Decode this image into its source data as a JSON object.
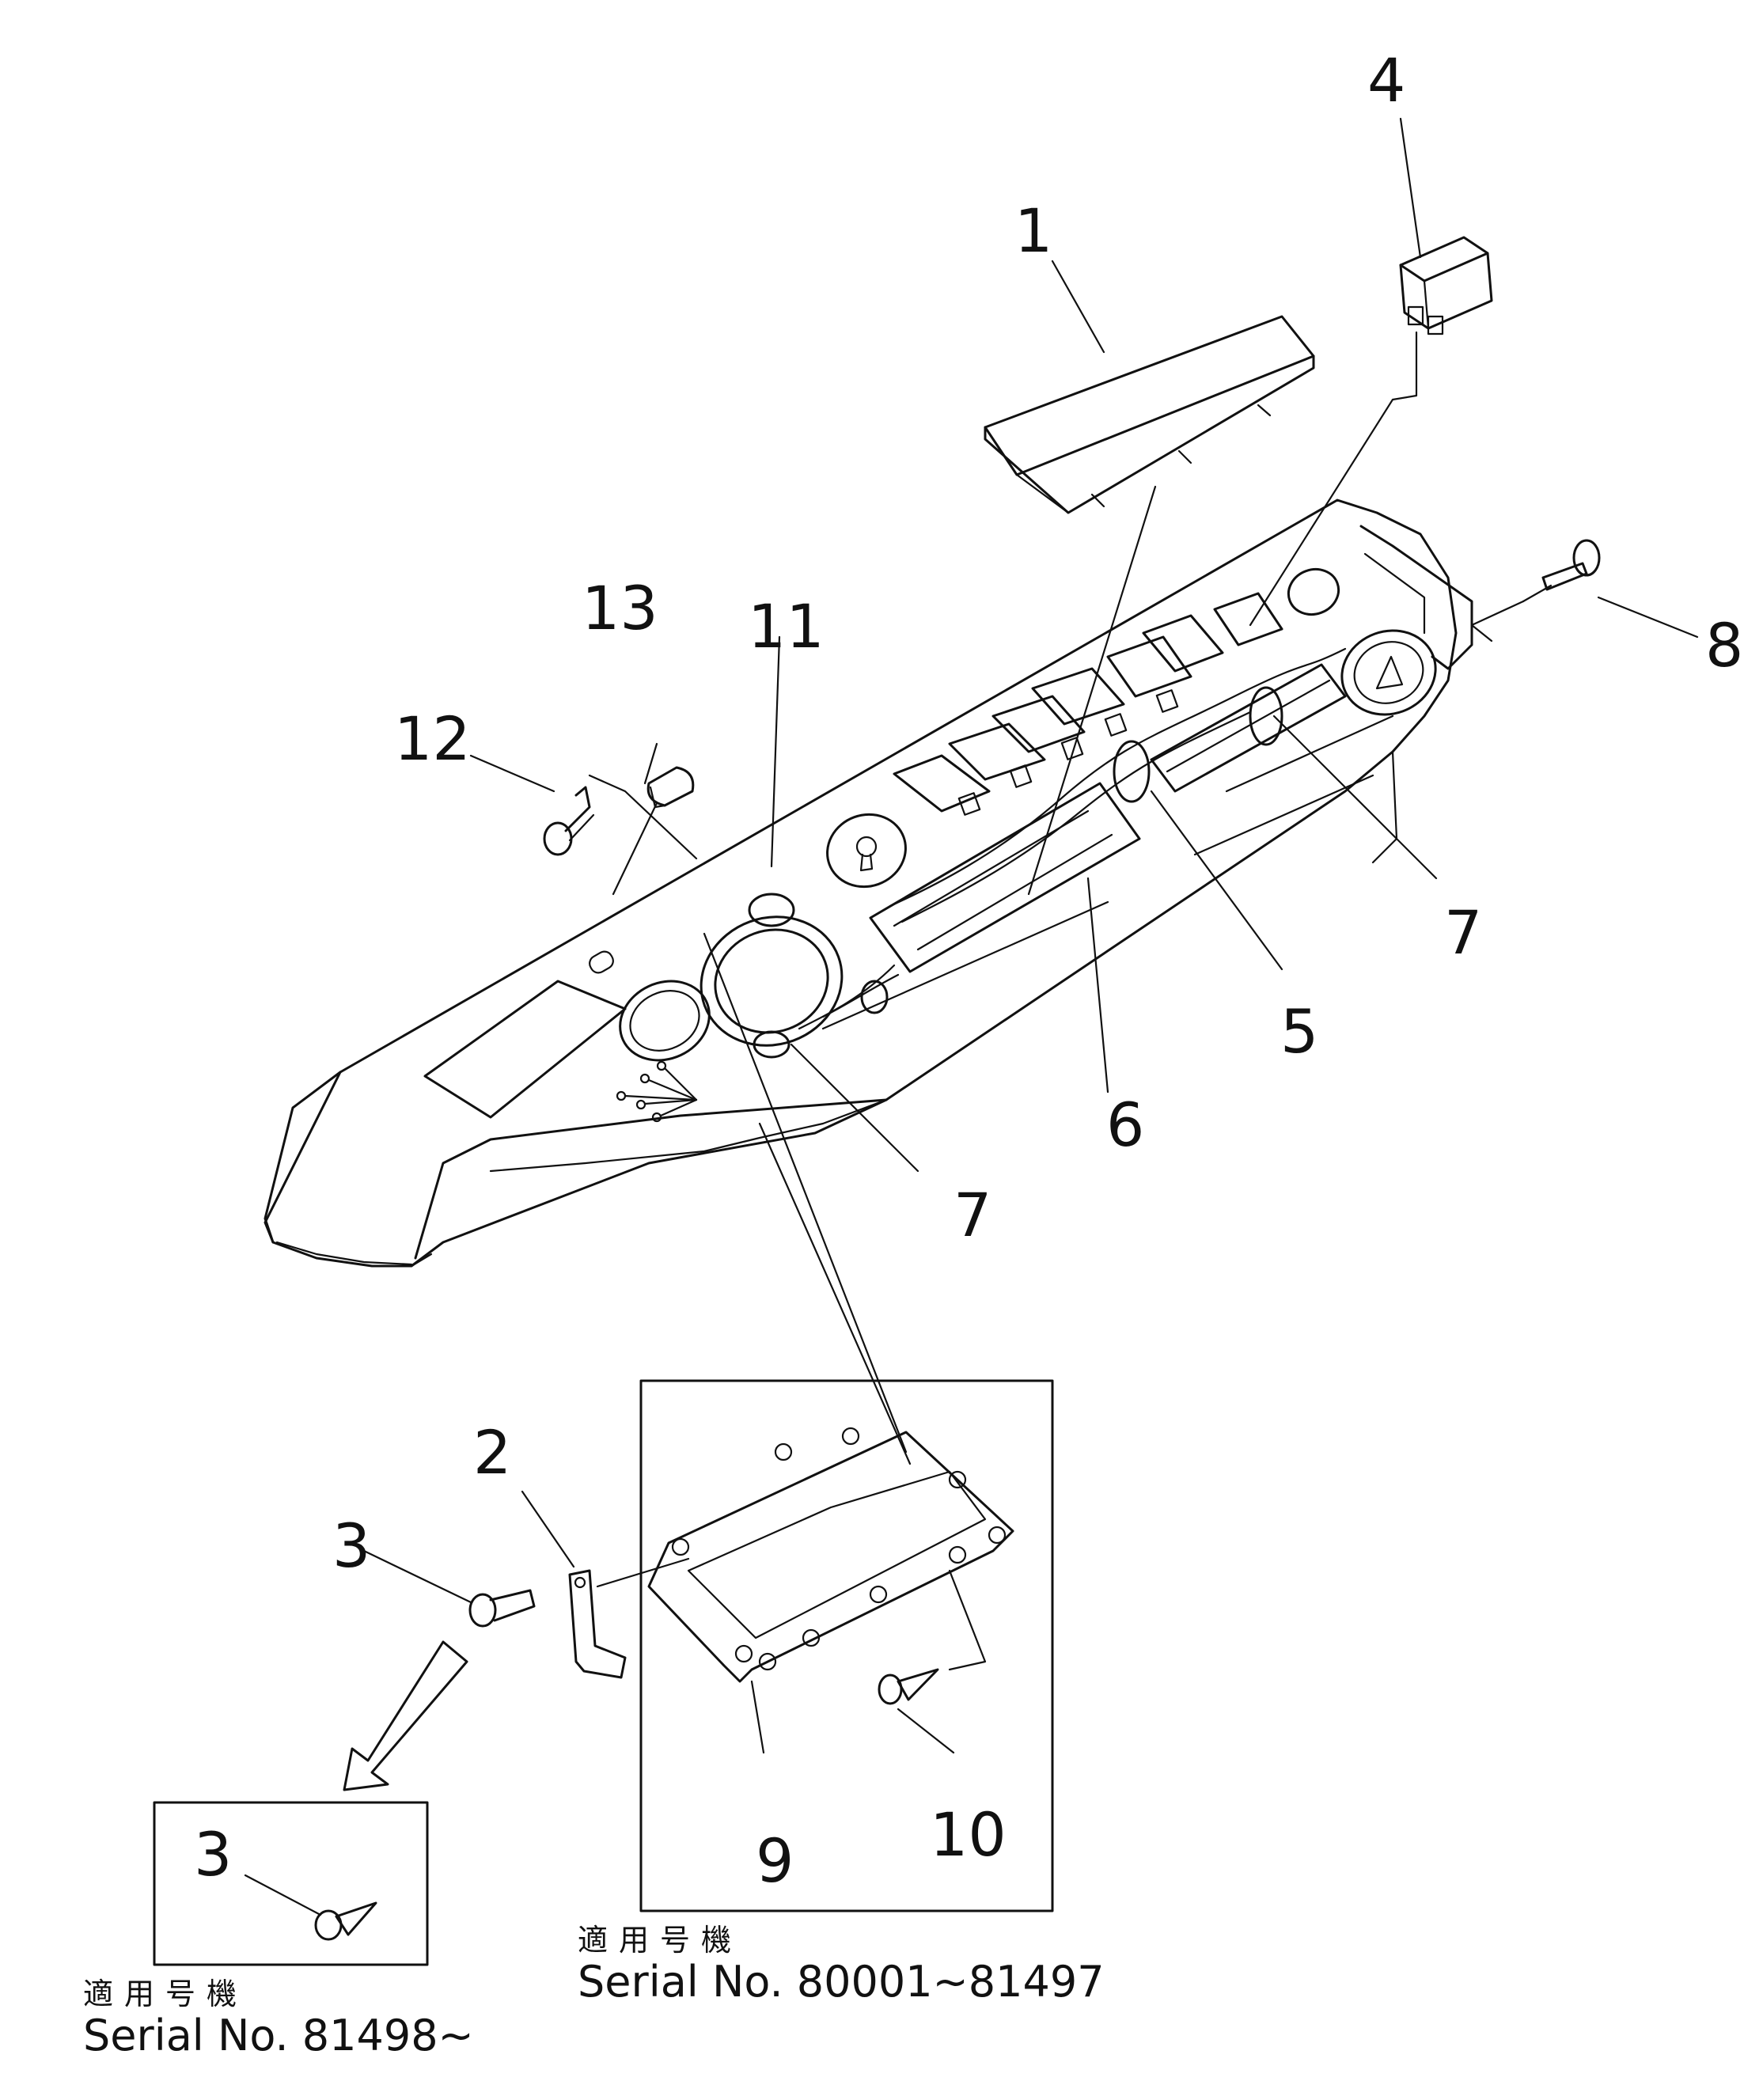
{
  "callouts": {
    "c1": "1",
    "c2": "2",
    "c3": "3",
    "c3b": "3",
    "c4": "4",
    "c5": "5",
    "c6": "6",
    "c7a": "7",
    "c7b": "7",
    "c8": "8",
    "c9": "9",
    "c10": "10",
    "c11": "11",
    "c12": "12",
    "c13": "13"
  },
  "notes": {
    "left": {
      "applicable_jp": "適用号機",
      "serial": "Serial No. 81498~"
    },
    "center": {
      "applicable_jp": "適用号機",
      "serial": "Serial No. 80001~81497"
    }
  }
}
